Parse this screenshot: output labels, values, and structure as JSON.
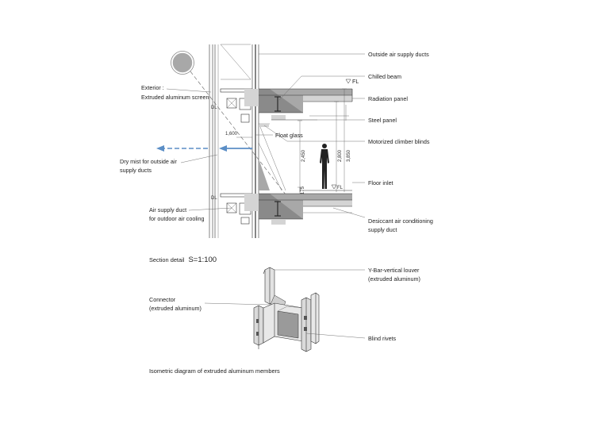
{
  "labels": {
    "outside_air_supply_ducts": "Outside air supply ducts",
    "fl_top": "FL",
    "chilled_beam": "Chilled beam",
    "exterior": "Exterior :",
    "extruded_aluminum_screen": "Extruded aluminum screen",
    "radiation_panel": "Radiation panel",
    "steel_panel": "Steel panel",
    "float_glass": "Float glass",
    "motorized_climber_blinds": "Motorized climber blinds",
    "dry_mist_line1": "Dry mist for outside air",
    "dry_mist_line2": "supply ducts",
    "floor_inlet": "Floor inlet",
    "fl_mid": "FL",
    "air_supply_duct_line1": "Air supply duct",
    "air_supply_duct_line2": "for outdoor air cooling",
    "desiccant_line1": "Desiccant air conditioning",
    "desiccant_line2": "supply duct",
    "ybar_line1": "Y-Bar-vertical louver",
    "ybar_line2": "(extruded aluminum)",
    "connector_line1": "Connector",
    "connector_line2": "(extruded aluminum)",
    "blind_rivets": "Blind rivets"
  },
  "dimensions": {
    "d1600": "1,600",
    "d2450": "2,450",
    "d2800": "2,800",
    "d3850": "3,850",
    "d175": "175"
  },
  "captions": {
    "section_detail_prefix": "Section detail",
    "section_detail_scale": "S=1:100",
    "isometric": "Isometric diagram of extruded aluminum members"
  },
  "colors": {
    "arrow_blue": "#5b8ec6",
    "concrete_gray": "#a8a8a8"
  },
  "icons": {
    "sun": "sun-icon",
    "person": "person-silhouette-icon"
  }
}
